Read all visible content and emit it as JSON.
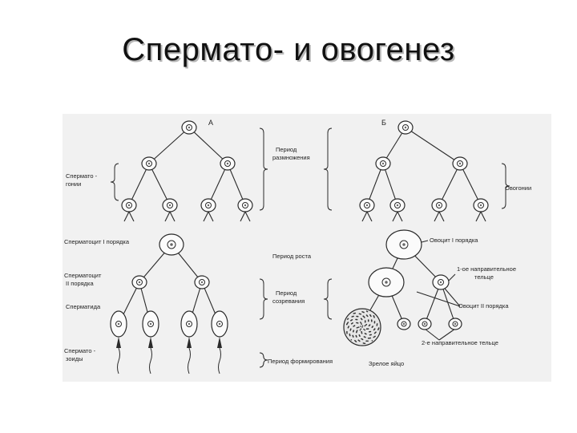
{
  "title": "Сперматo- и овогенез",
  "figure": {
    "left_marker": "А",
    "right_marker": "Б",
    "colors": {
      "paper": "#f1f1f1",
      "ink": "#2a2a2a",
      "text": "#222222"
    },
    "periods": {
      "reproduction": [
        "Период",
        "размножения"
      ],
      "growth": "Период роста",
      "maturation": [
        "Период",
        "созревания"
      ],
      "formation": "Период формирования"
    },
    "left_labels": {
      "spermatogonia": [
        "Сперматo -",
        "гонии"
      ],
      "spermatocyte1": "Сперматоцит I порядка",
      "spermatocyte2": [
        "Сперматоцит",
        "II порядка"
      ],
      "spermatid": "Сперматида",
      "spermatozoa": [
        "Спермато -",
        "зоиды"
      ]
    },
    "right_labels": {
      "oogonia": "Овогонии",
      "oocyte1": "Овоцит I порядка",
      "polar_body1": [
        "1-ое направительное",
        "тельце"
      ],
      "oocyte2": "Овоцит II порядка",
      "polar_body2": "2-е направительное тельце",
      "mature_egg": "Зрелое яйцо"
    }
  }
}
